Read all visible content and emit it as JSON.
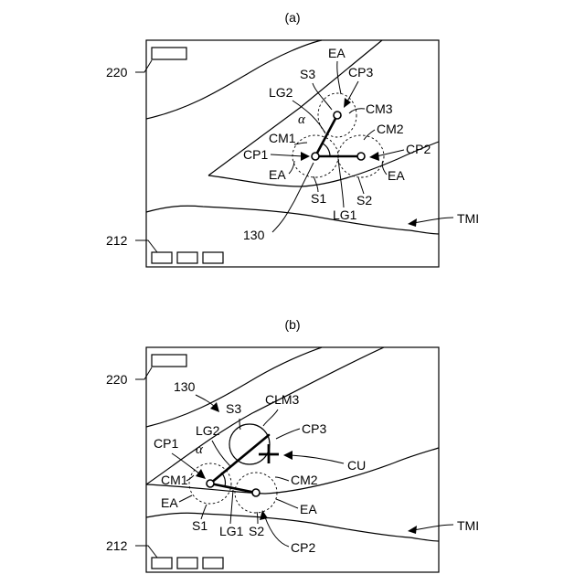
{
  "figure_a": {
    "caption": "(a)",
    "labels": {
      "ref_220": "220",
      "ref_212": "212",
      "ref_130": "130",
      "tmi": "TMI",
      "ea_top": "EA",
      "s3": "S3",
      "cp3": "CP3",
      "lg2": "LG2",
      "cm3": "CM3",
      "alpha": "α",
      "cm1": "CM1",
      "cm2": "CM2",
      "cp1": "CP1",
      "cp2": "CP2",
      "ea_left": "EA",
      "ea_right": "EA",
      "s1": "S1",
      "lg1": "LG1",
      "s2": "S2"
    }
  },
  "figure_b": {
    "caption": "(b)",
    "labels": {
      "ref_220": "220",
      "ref_212": "212",
      "ref_130": "130",
      "tmi": "TMI",
      "s3": "S3",
      "clm3": "CLM3",
      "lg2": "LG2",
      "cp3": "CP3",
      "cp1": "CP1",
      "alpha": "α",
      "cu": "CU",
      "cm1": "CM1",
      "cm2": "CM2",
      "ea_left": "EA",
      "ea_right": "EA",
      "s1": "S1",
      "lg1": "LG1",
      "s2": "S2",
      "cp2": "CP2"
    }
  }
}
